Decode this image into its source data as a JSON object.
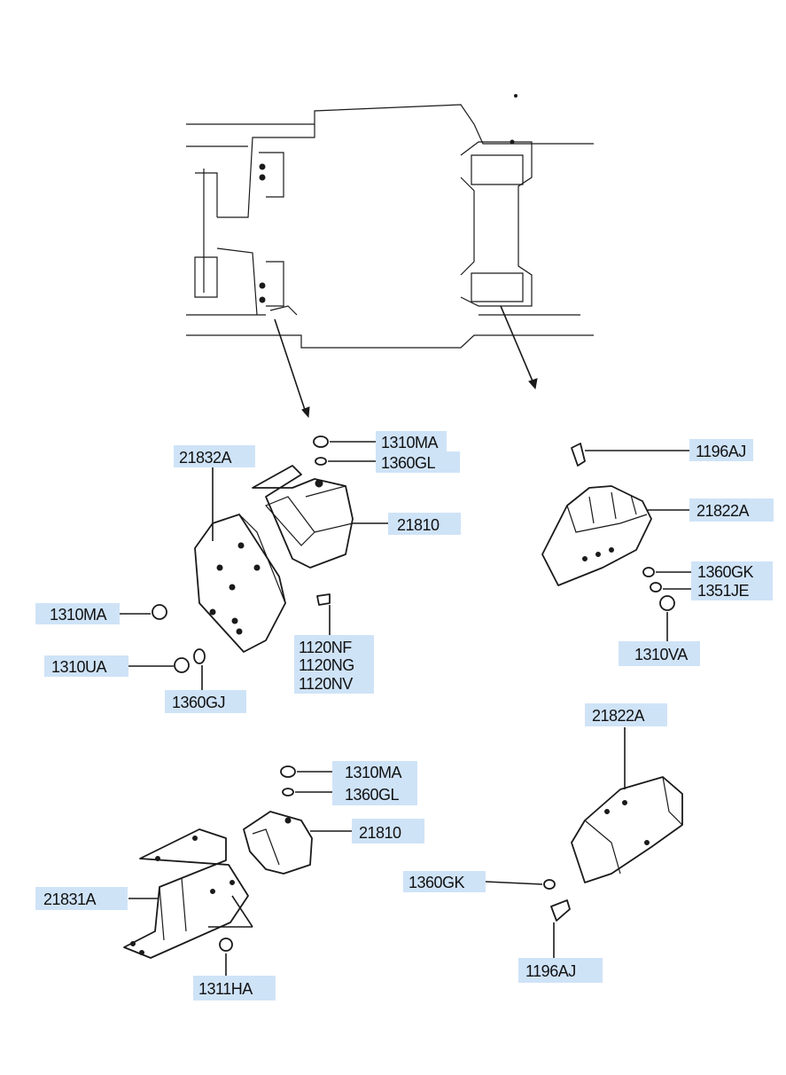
{
  "labels": {
    "l_21832A": "21832A",
    "l_1310MA_top": "1310MA",
    "l_1360GL_top": "1360GL",
    "l_21810_top": "21810",
    "l_1310MA_left": "1310MA",
    "l_1310UA": "1310UA",
    "l_1360GJ": "1360GJ",
    "l_1120NF": "1120NF",
    "l_1120NG": "1120NG",
    "l_1120NV": "1120NV",
    "l_1196AJ_top": "1196AJ",
    "l_21822A_top": "21822A",
    "l_1360GK_top": "1360GK",
    "l_1351JE": "1351JE",
    "l_1310VA": "1310VA",
    "l_21822A_bottom": "21822A",
    "l_1310MA_bottom": "1310MA",
    "l_1360GL_bottom": "1360GL",
    "l_21810_bottom": "21810",
    "l_21831A": "21831A",
    "l_1311HA": "1311HA",
    "l_1360GK_bottom": "1360GK",
    "l_1196AJ_bottom": "1196AJ"
  },
  "colors": {
    "label_background": "#cfe3f7",
    "line": "#1a1a1a",
    "background": "#ffffff"
  }
}
